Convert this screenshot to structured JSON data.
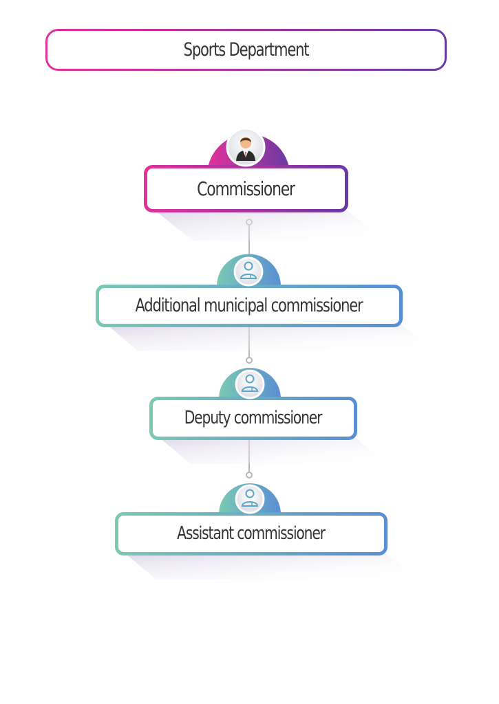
{
  "title": "Sports Department",
  "nodes": [
    {
      "label": "Commissioner",
      "icon": "businessman-avatar-icon"
    },
    {
      "label": "Additional municipal commissioner",
      "icon": "person-icon"
    },
    {
      "label": "Deputy commissioner",
      "icon": "person-icon"
    },
    {
      "label": "Assistant commissioner",
      "icon": "person-icon"
    }
  ],
  "colors": {
    "magenta": "#e2319a",
    "purple": "#6a3aa2",
    "teal": "#72c6b4",
    "blue": "#5a8ed2",
    "text": "#333333",
    "connector": "#b5b5b5"
  }
}
